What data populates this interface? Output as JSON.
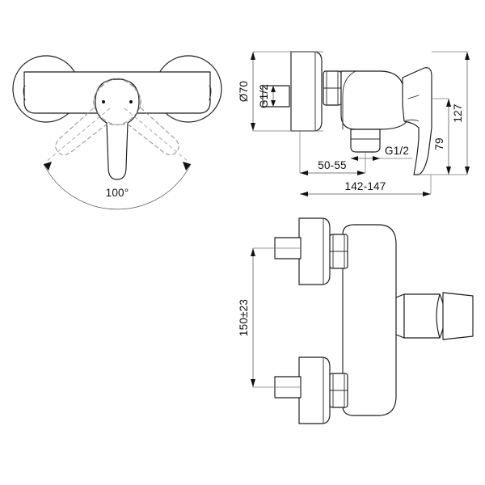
{
  "drawing": {
    "type": "technical-drawing",
    "subject": "wall-mounted single-lever shower mixer tap",
    "background_color": "#ffffff",
    "line_color": "#1a1a1a",
    "dimension_line_color": "#555555",
    "hidden_line_color": "#8c8c8c",
    "views": {
      "top": {
        "name": "top-view",
        "annotations": {
          "swivel_angle": "100°"
        }
      },
      "side": {
        "name": "side-elevation-view",
        "annotations": {
          "escutcheon_diameter": "Ø70",
          "inlet_thread": "G1/2",
          "outlet_thread": "G1/2",
          "wall_to_outlet": "50-55",
          "overall_projection": "142-147",
          "overall_height": "127",
          "spout_height": "79"
        }
      },
      "front": {
        "name": "front-view",
        "annotations": {
          "inlet_centre_distance": "150±23"
        }
      }
    }
  }
}
